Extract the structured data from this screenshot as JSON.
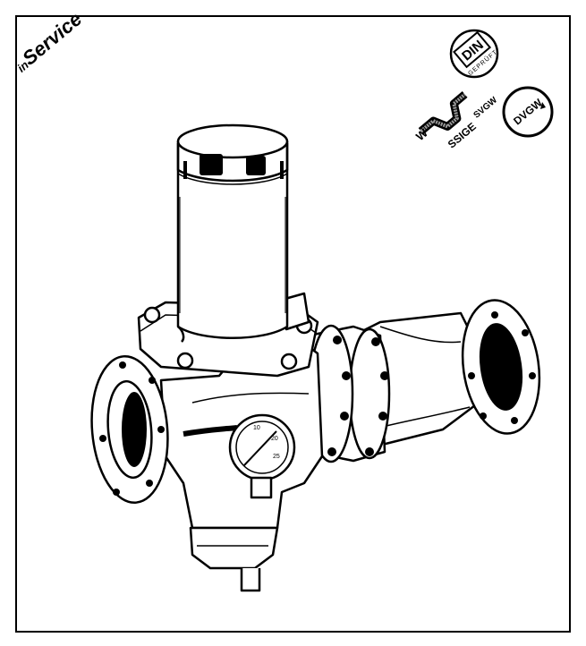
{
  "brand": {
    "prefix": "in",
    "name": "Service"
  },
  "certifications": {
    "din": {
      "label": "DIN",
      "sub": "GEPRÜFT"
    },
    "dvgw": {
      "label": "DVGW"
    },
    "svgw": {
      "label": "SVGW",
      "alt": "SSIGE",
      "mark": "W"
    }
  }
}
